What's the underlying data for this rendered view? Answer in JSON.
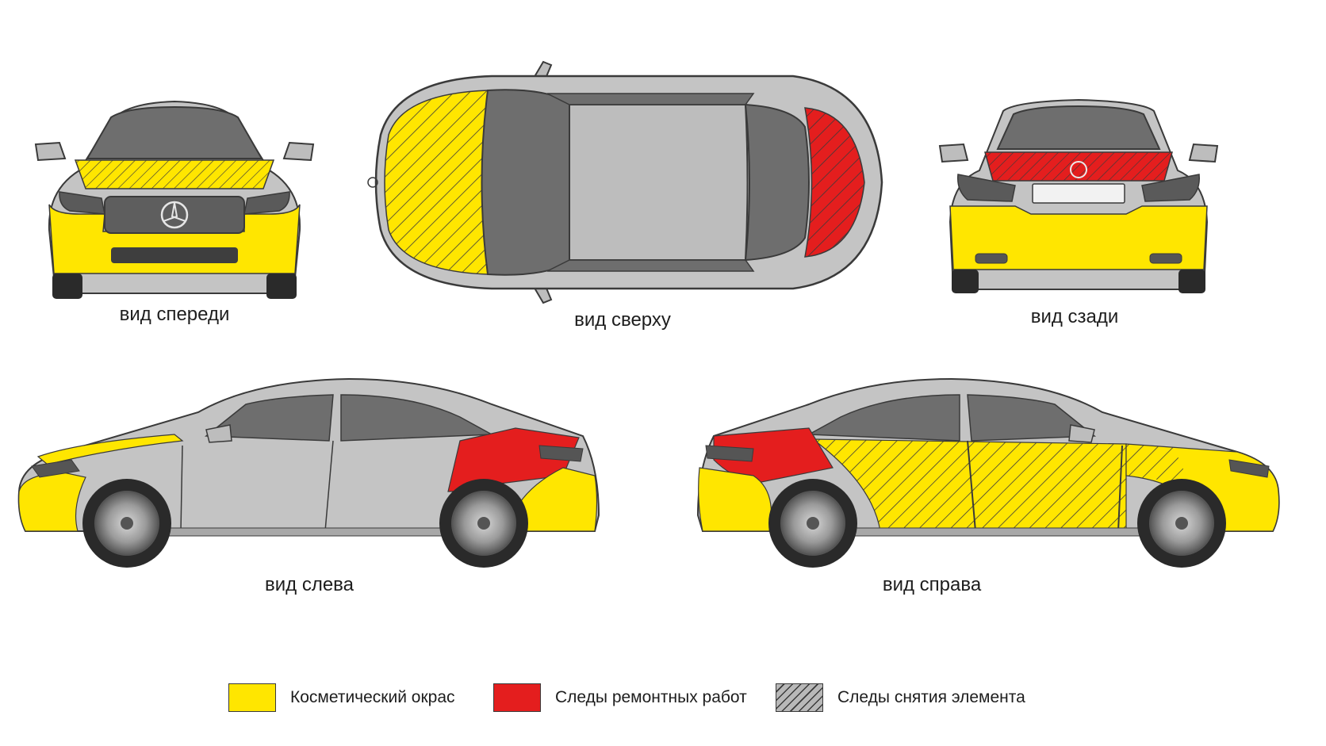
{
  "views": {
    "front": {
      "caption": "вид спереди"
    },
    "top": {
      "caption": "вид сверху"
    },
    "rear": {
      "caption": "вид сзади"
    },
    "left": {
      "caption": "вид слева"
    },
    "right": {
      "caption": "вид справа"
    }
  },
  "legend": [
    {
      "label": "Косметический окрас",
      "color": "#ffe600",
      "pattern": "solid"
    },
    {
      "label": "Следы ремонтных работ",
      "color": "#e41e1e",
      "pattern": "solid"
    },
    {
      "label": "Следы снятия элемента",
      "color": "#b8b8b8",
      "pattern": "hatch"
    }
  ],
  "colors": {
    "cosmetic": "#ffe600",
    "repair": "#e41e1e",
    "removed_hatch": "#3a3a3a",
    "body": "#c4c4c4",
    "glass": "#6e6e6e",
    "outline": "#3a3a3a"
  }
}
